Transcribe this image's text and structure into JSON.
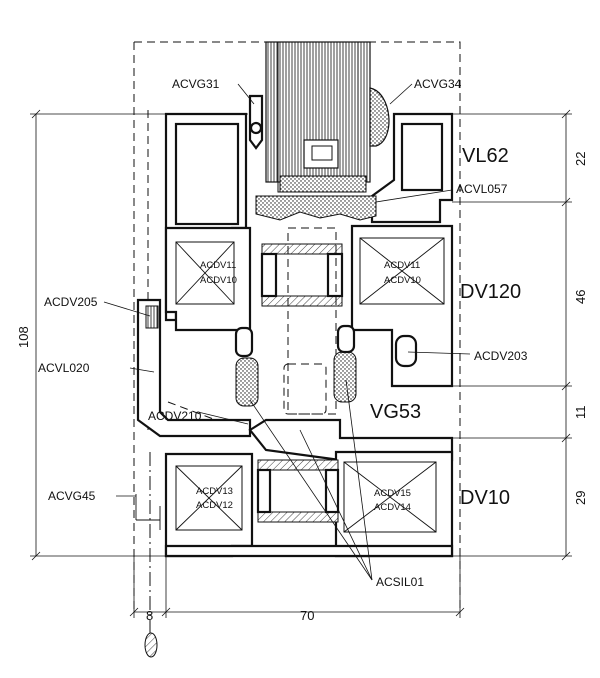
{
  "labels": {
    "acvg31": "ACVG31",
    "acvg34": "ACVG34",
    "vl62": "VL62",
    "acvl057": "ACVL057",
    "acdv205": "ACDV205",
    "acdv11_left": "ACDV11",
    "acdv10_left": "ACDV10",
    "acdv11_right": "ACDV11",
    "acdv10_right": "ACDV10",
    "dv120": "DV120",
    "acvl020": "ACVL020",
    "acdv203": "ACDV203",
    "acdv210": "ACDV210",
    "vg53": "VG53",
    "acvg45": "ACVG45",
    "acdv13": "ACDV13",
    "acdv12": "ACDV12",
    "acdv15": "ACDV15",
    "acdv14": "ACDV14",
    "dv10": "DV10",
    "acsil01": "ACSIL01"
  },
  "dimensions": {
    "right_22": "22",
    "right_46": "46",
    "right_11": "11",
    "right_29": "29",
    "left_108": "108",
    "bottom_8": "8",
    "bottom_70": "70"
  }
}
